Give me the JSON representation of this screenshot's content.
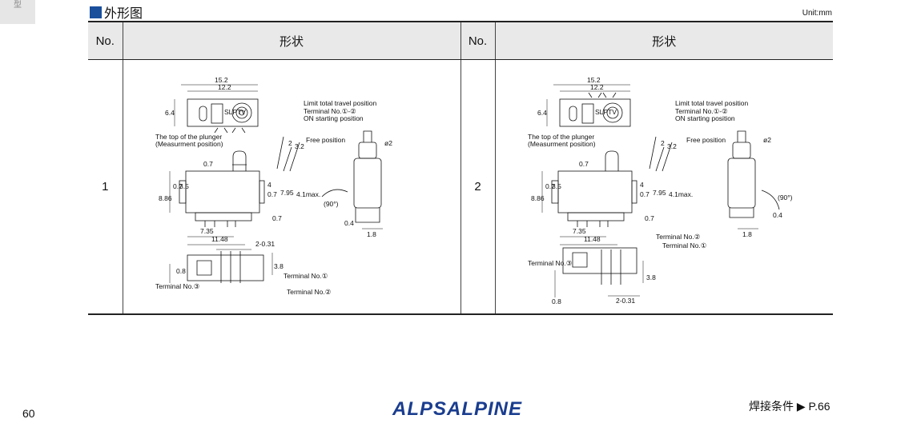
{
  "side_tab": "型",
  "section": {
    "title": "外形图",
    "unit": "Unit:mm"
  },
  "table": {
    "headers": {
      "no": "No.",
      "shape": "形状"
    },
    "rows": [
      {
        "no": "1"
      },
      {
        "no": "2"
      }
    ]
  },
  "drawing1": {
    "dims": {
      "w152": "15.2",
      "w122": "12.2",
      "h64": "6.4",
      "d07a": "0.7",
      "d07b": "0.7",
      "d35": "3.5",
      "d886": "8.86",
      "d4": "4",
      "d07c": "0.7",
      "d795": "7.95",
      "d41max": "4.1max.",
      "d07d": "0.7",
      "d735": "7.35",
      "d1148": "11.48",
      "d2": "2",
      "d32": "3.2",
      "phi2": "ø2",
      "ang": "(90°)",
      "d04": "0.4",
      "d18": "1.8",
      "d2031": "2-0.31",
      "d38": "3.8",
      "d08": "0.8"
    },
    "labels": {
      "limit": "Limit total travel position",
      "on1": "Terminal No.①-②",
      "on2": "ON starting position",
      "free": "Free position",
      "plunger1": "The top of the plunger",
      "plunger2": "(Measurment position)",
      "term3": "Terminal No.③",
      "term1": "Terminal No.①",
      "term2": "Terminal No.②",
      "part": "SLPTV"
    }
  },
  "drawing2": {
    "dims": {
      "w152": "15.2",
      "w122": "12.2",
      "h64": "6.4",
      "d07a": "0.7",
      "d07b": "0.7",
      "d35": "3.5",
      "d886": "8.86",
      "d4": "4",
      "d07c": "0.7",
      "d795": "7.95",
      "d41max": "4.1max.",
      "d07d": "0.7",
      "d735": "7.35",
      "d1148": "11.48",
      "d2": "2",
      "d32": "3.2",
      "phi2": "ø2",
      "ang": "(90°)",
      "d04": "0.4",
      "d18": "1.8",
      "d2031": "2-0.31",
      "d38": "3.8",
      "d08": "0.8"
    },
    "labels": {
      "limit": "Limit total travel position",
      "on1": "Terminal No.①-②",
      "on2": "ON starting position",
      "free": "Free position",
      "plunger1": "The top of the plunger",
      "plunger2": "(Measurment position)",
      "term3": "Terminal No.③",
      "term1": "Terminal No.①",
      "term2": "Terminal No.②",
      "part": "SLPTV"
    }
  },
  "footer": {
    "page": "60",
    "logo": "ALPSALPINE",
    "ref": "焊接条件 ▶ P.66"
  }
}
